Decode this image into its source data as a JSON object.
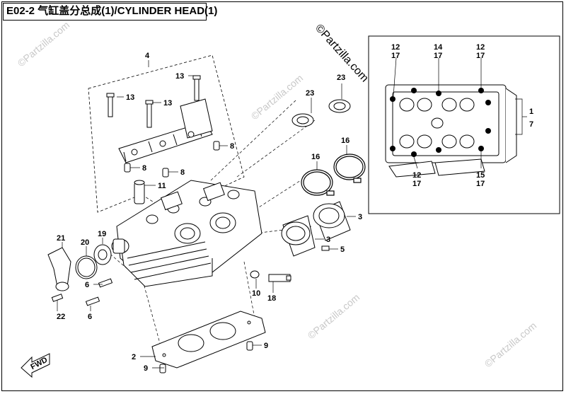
{
  "title": "E02-2 气缸盖分总成(1)/CYLINDER HEAD(1)",
  "watermark": "©Partzilla.com",
  "copyright": "©Partzilla.com",
  "fwd_label": "FWD",
  "callouts": {
    "c4": "4",
    "c13a": "13",
    "c13b": "13",
    "c13c": "13",
    "c8a": "8",
    "c8b": "8",
    "c8c": "8",
    "c11": "11",
    "c19": "19",
    "c20": "20",
    "c21": "21",
    "c6a": "6",
    "c6b": "6",
    "c22": "22",
    "c23a": "23",
    "c23b": "23",
    "c16a": "16",
    "c16b": "16",
    "c3a": "3",
    "c3b": "3",
    "c5": "5",
    "c10": "10",
    "c18": "18",
    "c9a": "9",
    "c9b": "9",
    "c2": "2",
    "r12a": "12",
    "r17a": "17",
    "r14": "14",
    "r17b": "17",
    "r12b": "12",
    "r17c": "17",
    "r1": "1",
    "r7": "7",
    "r12c": "12",
    "r17d": "17",
    "r15": "15",
    "r17e": "17"
  }
}
